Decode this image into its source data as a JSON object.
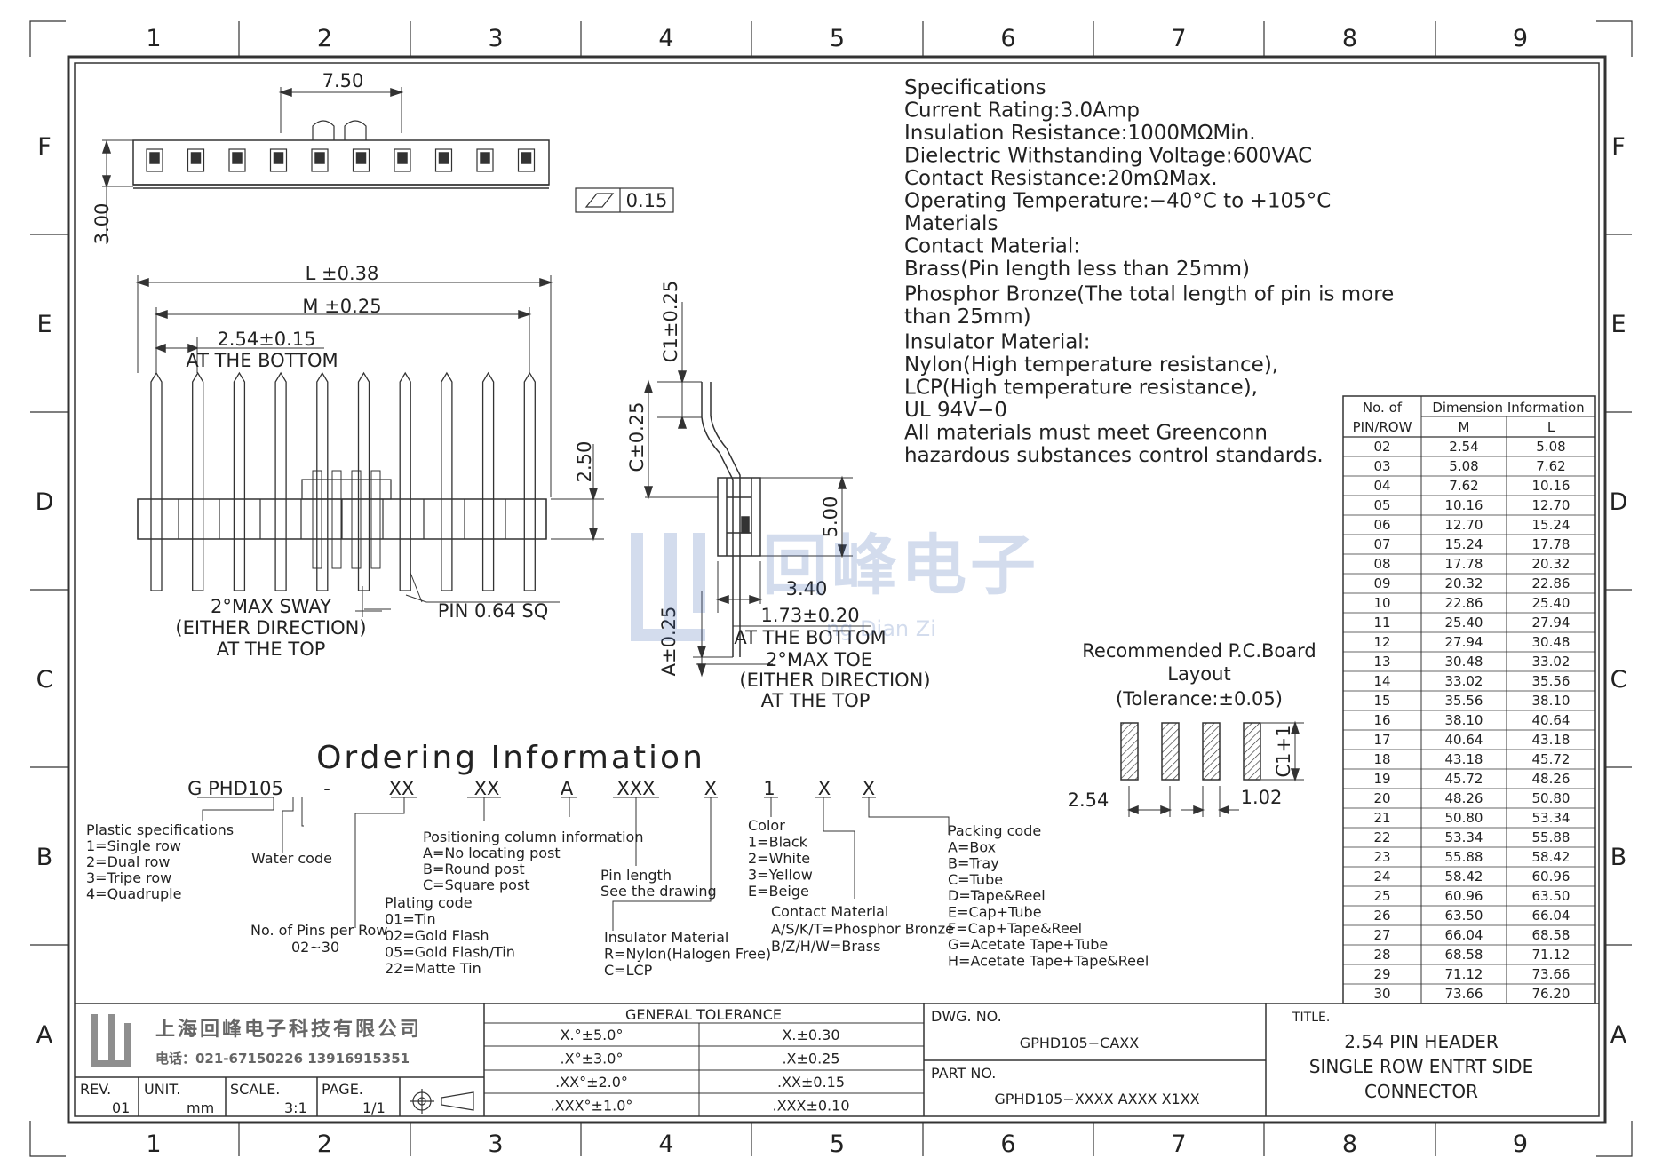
{
  "border": {
    "columns": [
      "1",
      "2",
      "3",
      "4",
      "5",
      "6",
      "7",
      "8",
      "9"
    ],
    "rows": [
      "F",
      "E",
      "D",
      "C",
      "B",
      "A"
    ]
  },
  "top_view": {
    "pitch_dim": "7.50",
    "flatness": "0.15",
    "height_dim": "3.00"
  },
  "front_view": {
    "L_dim": "L ±0.38",
    "M_dim": "M ±0.25",
    "pitch_dim": "2.54±0.15",
    "pitch_note": "AT THE BOTTOM",
    "side_dim": "2.50",
    "sway_lines": [
      "2°MAX SWAY",
      "(EITHER DIRECTION)",
      "AT THE TOP"
    ],
    "pin_note": "PIN 0.64 SQ"
  },
  "side_view": {
    "c1_dim": "C1±0.25",
    "c_dim": "C±0.25",
    "h_dim": "5.00",
    "w_dim": "3.40",
    "a_dim": "A±0.25",
    "bottom_dim": "1.73±0.20",
    "bottom_note": "AT THE BOTTOM",
    "toe_lines": [
      "2°MAX TOE",
      "(EITHER DIRECTION)",
      "AT THE TOP"
    ]
  },
  "watermark": {
    "cn": "回峰电子",
    "latin": "ng Dian Zi"
  },
  "specs": [
    "Specifications",
    "Current  Rating:3.0Amp",
    "Insulation  Resistance:1000MΩMin.",
    "Dielectric  Withstanding  Voltage:600VAC",
    "Contact  Resistance:20mΩMax.",
    "Operating  Temperature:−40°C  to  +105°C",
    "Materials",
    "Contact  Material:",
    "Brass(Pin  length  less  than  25mm)",
    "Phosphor Bronze(The total length of pin is more",
    "than  25mm)",
    "Insulator  Material:",
    "Nylon(High  temperature  resistance),",
    "LCP(High  temperature  resistance),",
    "UL  94V−0",
    "All  materials  must  meet  Greenconn",
    "hazardous  substances  control  standards."
  ],
  "pcb": {
    "title_lines": [
      "Recommended  P.C.Board",
      "Layout",
      "(Tolerance:±0.05)"
    ],
    "pitch": "2.54",
    "pad": "1.02",
    "c1": "C1+1"
  },
  "ordering": {
    "title": "Ordering  Information",
    "code_parts": [
      "G PHD105",
      "-",
      "XX",
      "XX",
      "A",
      "XXX",
      "X",
      "1",
      "X",
      "X"
    ],
    "plastic": [
      "Plastic  specifications",
      "1=Single  row",
      "2=Dual  row",
      "3=Tripe  row",
      "4=Quadruple"
    ],
    "water": "Water  code",
    "pins": [
      "No. of  Pins  per  Row",
      "02~30"
    ],
    "plating": [
      "Plating  code",
      "01=Tin",
      "02=Gold  Flash",
      "05=Gold  Flash/Tin",
      "22=Matte  Tin"
    ],
    "positioning": [
      "Positioning  column  information",
      "A=No  locating  post",
      "B=Round  post",
      "C=Square  post"
    ],
    "pin_length": [
      "Pin  length",
      "See  the  drawing"
    ],
    "insulator": [
      "Insulator  Material",
      "R=Nylon(Halogen  Free)",
      "C=LCP"
    ],
    "color": [
      "Color",
      "1=Black",
      "2=White",
      "3=Yellow",
      "E=Beige"
    ],
    "contact": [
      "Contact  Material",
      "A/S/K/T=Phosphor  Bronze",
      "B/Z/H/W=Brass"
    ],
    "packing": [
      "Packing  code",
      "A=Box",
      "B=Tray",
      "C=Tube",
      "D=Tape&Reel",
      "E=Cap+Tube",
      "F=Cap+Tape&Reel",
      "G=Acetate  Tape+Tube",
      "H=Acetate  Tape+Tape&Reel"
    ]
  },
  "dim_table": {
    "h1a": "No.  of",
    "h1b": "PIN/ROW",
    "h_group": "Dimension  Information",
    "h_m": "M",
    "h_l": "L",
    "rows": [
      [
        "02",
        "2.54",
        "5.08"
      ],
      [
        "03",
        "5.08",
        "7.62"
      ],
      [
        "04",
        "7.62",
        "10.16"
      ],
      [
        "05",
        "10.16",
        "12.70"
      ],
      [
        "06",
        "12.70",
        "15.24"
      ],
      [
        "07",
        "15.24",
        "17.78"
      ],
      [
        "08",
        "17.78",
        "20.32"
      ],
      [
        "09",
        "20.32",
        "22.86"
      ],
      [
        "10",
        "22.86",
        "25.40"
      ],
      [
        "11",
        "25.40",
        "27.94"
      ],
      [
        "12",
        "27.94",
        "30.48"
      ],
      [
        "13",
        "30.48",
        "33.02"
      ],
      [
        "14",
        "33.02",
        "35.56"
      ],
      [
        "15",
        "35.56",
        "38.10"
      ],
      [
        "16",
        "38.10",
        "40.64"
      ],
      [
        "17",
        "40.64",
        "43.18"
      ],
      [
        "18",
        "43.18",
        "45.72"
      ],
      [
        "19",
        "45.72",
        "48.26"
      ],
      [
        "20",
        "48.26",
        "50.80"
      ],
      [
        "21",
        "50.80",
        "53.34"
      ],
      [
        "22",
        "53.34",
        "55.88"
      ],
      [
        "23",
        "55.88",
        "58.42"
      ],
      [
        "24",
        "58.42",
        "60.96"
      ],
      [
        "25",
        "60.96",
        "63.50"
      ],
      [
        "26",
        "63.50",
        "66.04"
      ],
      [
        "27",
        "66.04",
        "68.58"
      ],
      [
        "28",
        "68.58",
        "71.12"
      ],
      [
        "29",
        "71.12",
        "73.66"
      ],
      [
        "30",
        "73.66",
        "76.20"
      ]
    ]
  },
  "title_block": {
    "company": "上海回峰电子科技有限公司",
    "phone": "电话：021-67150226  13916915351",
    "rev_label": "REV.",
    "rev": "01",
    "unit_label": "UNIT.",
    "unit": "mm",
    "scale_label": "SCALE.",
    "scale": "3:1",
    "page_label": "PAGE.",
    "page": "1/1",
    "tol_title": "GENERAL TOLERANCE",
    "tol_rows": [
      [
        "X.°±5.0°",
        "X.±0.30"
      ],
      [
        ".X°±3.0°",
        ".X±0.25"
      ],
      [
        ".XX°±2.0°",
        ".XX±0.15"
      ],
      [
        ".XXX°±1.0°",
        ".XXX±0.10"
      ]
    ],
    "dwg_label": "DWG. NO.",
    "dwg": "GPHD105−CAXX",
    "part_label": "PART NO.",
    "part": "GPHD105−XXXX  AXXX  X1XX",
    "title_label": "TITLE.",
    "title_lines": [
      "2.54  PIN  HEADER",
      "SINGLE  ROW  ENTRT  SIDE",
      "CONNECTOR"
    ]
  }
}
